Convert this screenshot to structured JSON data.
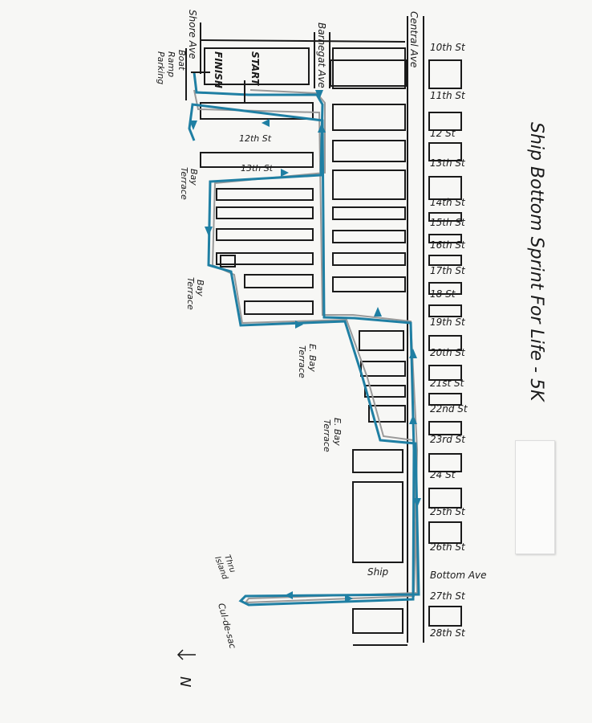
{
  "title": "Ship Bottom Sprint For Life - 5K",
  "avenues": {
    "shore": "Shore Ave",
    "barnegat": "Barnegat Ave",
    "central": "Central Ave",
    "ship_bottom_1": "Ship",
    "ship_bottom_2": "Bottom Ave"
  },
  "streets": [
    "10th St",
    "11th St",
    "12 St",
    "13th St",
    "14th St",
    "15th St",
    "16th St",
    "17th St",
    "18 St",
    "19th St",
    "20th St",
    "21st St",
    "22nd St",
    "23rd St",
    "24 St",
    "25th St",
    "26th St",
    "27th St",
    "28th St"
  ],
  "inner_streets": {
    "twelfth": "12th St",
    "thirteenth": "13th St"
  },
  "labels": {
    "boat_ramp": [
      "Boat",
      "Ramp",
      "Parking"
    ],
    "bay_terrace_1": [
      "Bay",
      "Terrace"
    ],
    "bay_terrace_2": [
      "Bay",
      "Terrace"
    ],
    "e_bay_terrace_1": [
      "E. Bay",
      "Terrace"
    ],
    "e_bay_terrace_2": [
      "E. Bay",
      "Terrace"
    ],
    "thru_island": [
      "Thru",
      "Island"
    ],
    "cul_de_sac": "Cul-de-sac",
    "start": "START",
    "finish": "FINISH",
    "north": "N"
  },
  "colors": {
    "route": "#1f7fa3",
    "route_alt": "#9a9a9a",
    "ink": "#1a1a1a"
  }
}
